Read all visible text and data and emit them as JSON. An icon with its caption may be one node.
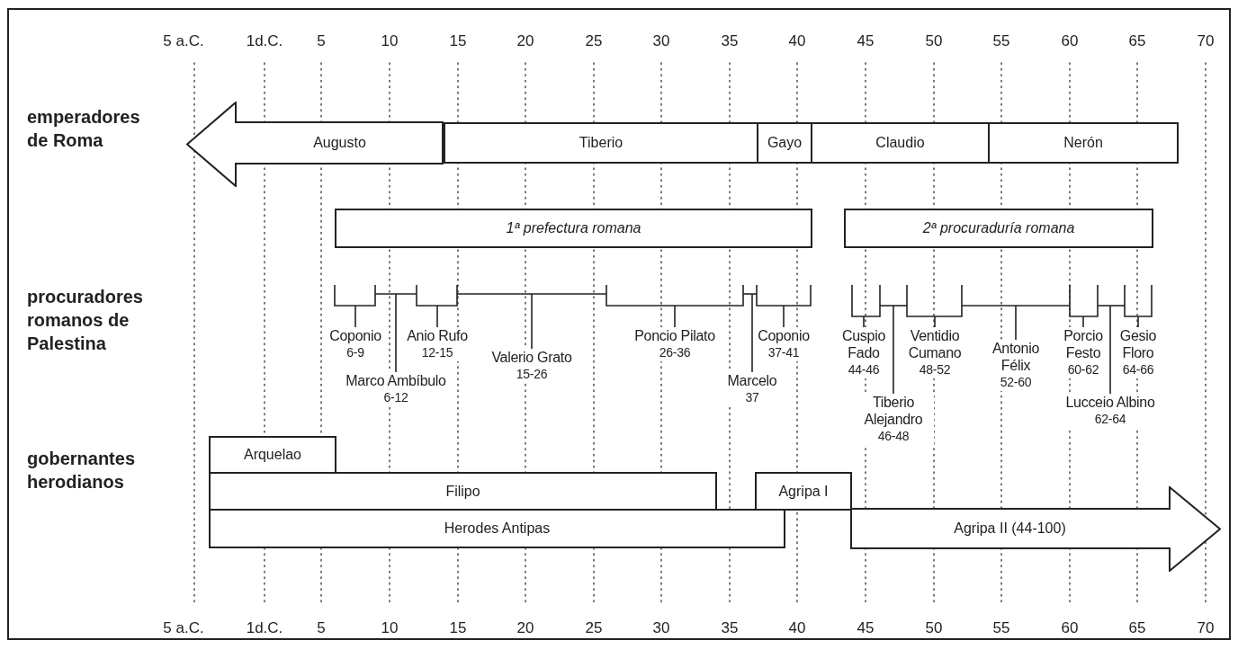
{
  "diagram": {
    "nodes": [
      {
        "text": [
          "Augusto"
        ]
      },
      {
        "text": [
          "Tiberio"
        ]
      },
      {
        "text": [
          "Gayo"
        ]
      },
      {
        "text": [
          "Claudio"
        ]
      },
      {
        "text": [
          "Nerón"
        ]
      },
      {
        "text": [
          "1ª prefectura romana"
        ]
      },
      {
        "text": [
          "2ª procuraduría romana"
        ]
      },
      {
        "text": [
          "Coponio",
          "6-9"
        ]
      },
      {
        "text": [
          "Marco Ambíbulo",
          "6-12"
        ]
      },
      {
        "text": [
          "Anio Rufo",
          "12-15"
        ]
      },
      {
        "text": [
          "Valerio Grato",
          "15-26"
        ]
      },
      {
        "text": [
          "Poncio Pilato",
          "26-36"
        ]
      },
      {
        "text": [
          "Marcelo",
          "37"
        ]
      },
      {
        "text": [
          "Coponio",
          "37-41"
        ]
      },
      {
        "text": [
          "Cuspio Fado",
          "44-46"
        ]
      },
      {
        "text": [
          "Tiberio Alejandro",
          "46-48"
        ]
      },
      {
        "text": [
          "Ventidio Cumano",
          "48-52"
        ]
      },
      {
        "text": [
          "Antonio Félix",
          "52-60"
        ]
      },
      {
        "text": [
          "Porcio Festo",
          "60-62"
        ]
      },
      {
        "text": [
          "Lucceio Albino",
          "62-64"
        ]
      },
      {
        "text": [
          "Gesio Floro",
          "64-66"
        ]
      },
      {
        "text": [
          "Arquelao"
        ]
      },
      {
        "text": [
          "Filipo"
        ]
      },
      {
        "text": [
          "Agripa I"
        ]
      },
      {
        "text": [
          "Herodes Antipas"
        ]
      },
      {
        "text": [
          "Agripa II (44-100)"
        ]
      },
      {
        "text": [],
        "shape": "bracket"
      },
      {
        "text": [],
        "shape": "bracket"
      },
      {
        "text": [],
        "shape": "bracket"
      },
      {
        "text": [],
        "shape": "bracket"
      },
      {
        "text": [],
        "shape": "bracket"
      },
      {
        "text": [],
        "shape": "bracket"
      },
      {
        "text": [],
        "shape": "bracket"
      },
      {
        "text": [],
        "shape": "bracket"
      },
      {
        "text": [],
        "shape": "bracket"
      },
      {
        "text": [],
        "shape": "bracket"
      },
      {
        "text": [],
        "shape": "bracket"
      },
      {
        "text": [],
        "shape": "bracket"
      },
      {
        "text": [],
        "shape": "bracket"
      },
      {
        "text": [],
        "shape": "bracket"
      }
    ],
    "edges": [
      {
        "from": 7,
        "to": 26,
        "arrow": "none"
      },
      {
        "from": 8,
        "to": 27,
        "arrow": "none"
      },
      {
        "from": 9,
        "to": 28,
        "arrow": "none"
      },
      {
        "from": 10,
        "to": 29,
        "arrow": "none"
      },
      {
        "from": 11,
        "to": 30,
        "arrow": "none"
      },
      {
        "from": 12,
        "to": 31,
        "arrow": "none"
      },
      {
        "from": 13,
        "to": 32,
        "arrow": "none"
      },
      {
        "from": 14,
        "to": 33,
        "arrow": "none"
      },
      {
        "from": 15,
        "to": 34,
        "arrow": "none"
      },
      {
        "from": 16,
        "to": 35,
        "arrow": "none"
      },
      {
        "from": 17,
        "to": 36,
        "arrow": "none"
      },
      {
        "from": 18,
        "to": 37,
        "arrow": "none"
      },
      {
        "from": 19,
        "to": 38,
        "arrow": "none"
      },
      {
        "from": 20,
        "to": 39,
        "arrow": "none"
      }
    ],
    "labels": [
      "5 a.C.",
      "1d.C.",
      "5",
      "10",
      "15",
      "20",
      "25",
      "30",
      "35",
      "40",
      "45",
      "50",
      "55",
      "60",
      "65",
      "70",
      "emperadores de Roma",
      "procuradores romanos de Palestina",
      "gobernantes herodianos",
      "5 a.C.",
      "1d.C.",
      "5",
      "10",
      "15",
      "20",
      "25",
      "30",
      "35",
      "40",
      "45",
      "50",
      "55",
      "60",
      "65",
      "70"
    ]
  }
}
